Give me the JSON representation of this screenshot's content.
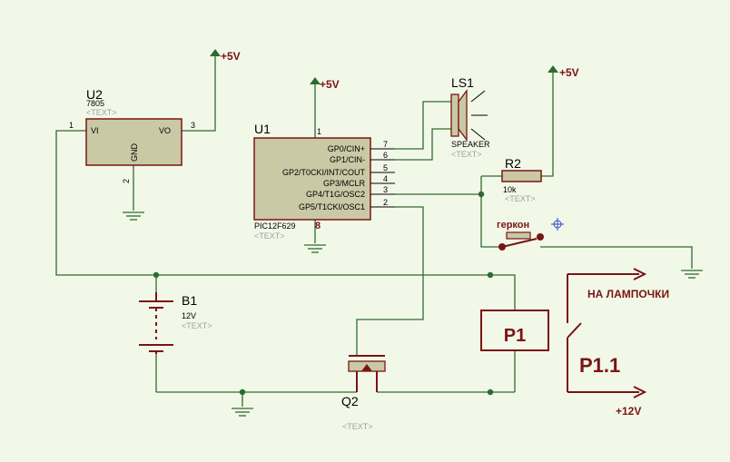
{
  "text_placeholder": "<TEXT>",
  "power": {
    "plus5": "+5V",
    "plus12": "+12V"
  },
  "u2": {
    "ref": "U2",
    "value": "7805",
    "pin_vi": "VI",
    "pin_vo": "VO",
    "pin_gnd": "GND",
    "pin1": "1",
    "pin2": "2",
    "pin3": "3"
  },
  "u1": {
    "ref": "U1",
    "part": "PIC12F629",
    "pin_vdd": "1",
    "pin_vss": "8",
    "pins": [
      {
        "name": "GP0/CIN+",
        "num": "7"
      },
      {
        "name": "GP1/CIN-",
        "num": "6"
      },
      {
        "name": "GP2/T0CKI/INT/COUT",
        "num": "5"
      },
      {
        "name": "GP3/MCLR",
        "num": "4"
      },
      {
        "name": "GP4/T1G/OSC2",
        "num": "3"
      },
      {
        "name": "GP5/T1CKI/OSC1",
        "num": "2"
      }
    ]
  },
  "ls1": {
    "ref": "LS1",
    "value": "SPEAKER"
  },
  "r2": {
    "ref": "R2",
    "value": "10k"
  },
  "reed": {
    "label": "геркон"
  },
  "b1": {
    "ref": "B1",
    "value": "12V"
  },
  "q2": {
    "ref": "Q2"
  },
  "relay": {
    "coil": "P1",
    "contact": "P1.1",
    "lamp_label": "НА ЛАМПОЧКИ"
  },
  "colors": {
    "wire": "#2f6b2f",
    "component": "#7a1414",
    "background": "#f2f8e8"
  }
}
